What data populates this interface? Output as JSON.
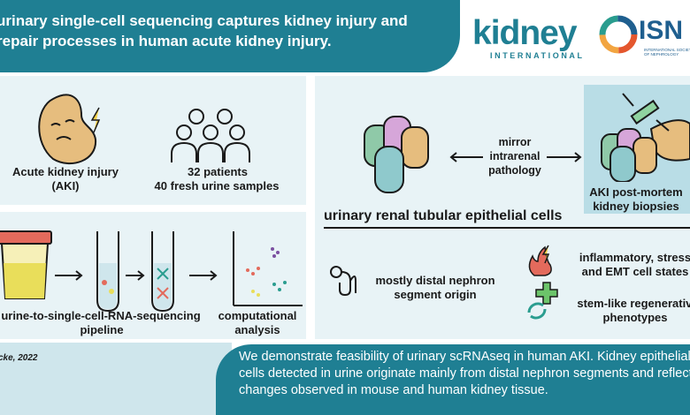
{
  "header": {
    "title": "urinary single-cell sequencing captures kidney injury and repair processes in human acute kidney injury."
  },
  "logos": {
    "kidney_international_big": "kidney",
    "kidney_international_small": "INTERNATIONAL",
    "isn": "ISN",
    "isn_sub": "INTERNATIONAL SOCIETY OF NEPHROLOGY"
  },
  "panel1": {
    "aki_label": "Acute kidney injury (AKI)",
    "patients_line1": "32 patients",
    "patients_line2": "40 fresh urine samples"
  },
  "panel2": {
    "pipeline_line1": "urine-to-single-cell-RNA-sequencing",
    "pipeline_line2": "pipeline",
    "analysis_line1": "computational",
    "analysis_line2": "analysis"
  },
  "panel3": {
    "mirror_line1": "mirror",
    "mirror_line2": "intrarenal",
    "mirror_line3": "pathology",
    "biopsy_line1": "AKI post-mortem",
    "biopsy_line2": "kidney biopsies",
    "section_title": "urinary renal tubular epithelial cells",
    "origin_line1": "mostly distal nephron",
    "origin_line2": "segment origin",
    "states_line1": "inflammatory, stress",
    "states_line2": "and EMT cell states",
    "stem_line1": "stem-like regenerative",
    "stem_line2": "phenotypes"
  },
  "footer": {
    "citation": "cke, 2022",
    "summary": "We demonstrate feasibility of urinary scRNAseq in human AKI. Kidney epithelial cells detected in urine originate mainly from distal nephron segments and reflect changes observed in mouse and human kidney tissue."
  },
  "colors": {
    "teal": "#1f7f93",
    "panel": "#e8f3f6",
    "footer_light": "#cfe6ec",
    "kidney": "#e6bd7e"
  }
}
